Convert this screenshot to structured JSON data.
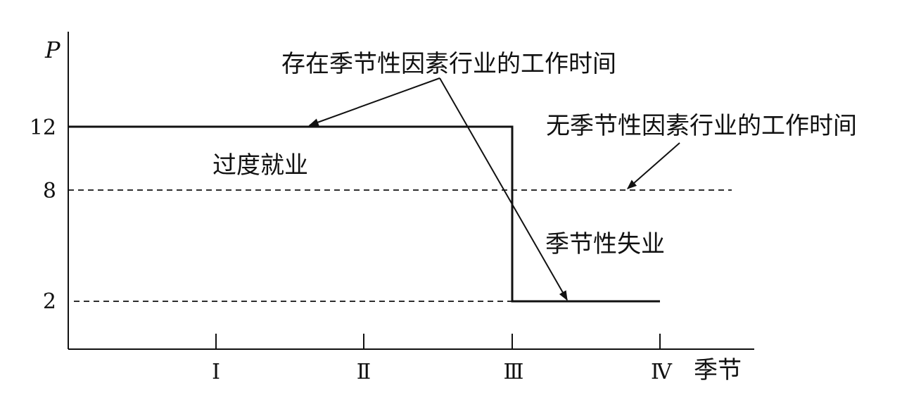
{
  "chart_data": {
    "type": "line",
    "y_axis_label": "P",
    "x_axis_label": "季节",
    "x_ticks": [
      "Ⅰ",
      "Ⅱ",
      "Ⅲ",
      "Ⅳ"
    ],
    "y_ticks": [
      12,
      8,
      2
    ],
    "series": [
      {
        "name": "存在季节性因素行业的工作时间",
        "style": "solid",
        "points": [
          [
            0,
            12
          ],
          [
            3,
            12
          ],
          [
            3,
            2
          ],
          [
            4,
            2
          ]
        ]
      },
      {
        "name": "无季节性因素行业的工作时间",
        "style": "dashed",
        "points": [
          [
            0,
            8
          ],
          [
            4.5,
            8
          ]
        ]
      }
    ],
    "reference_lines": [
      {
        "y": 2,
        "x_from": 0,
        "x_to": 3,
        "style": "dashed"
      }
    ],
    "annotations": {
      "overemployment": "过度就业",
      "seasonal_unemployment": "季节性失业"
    }
  }
}
